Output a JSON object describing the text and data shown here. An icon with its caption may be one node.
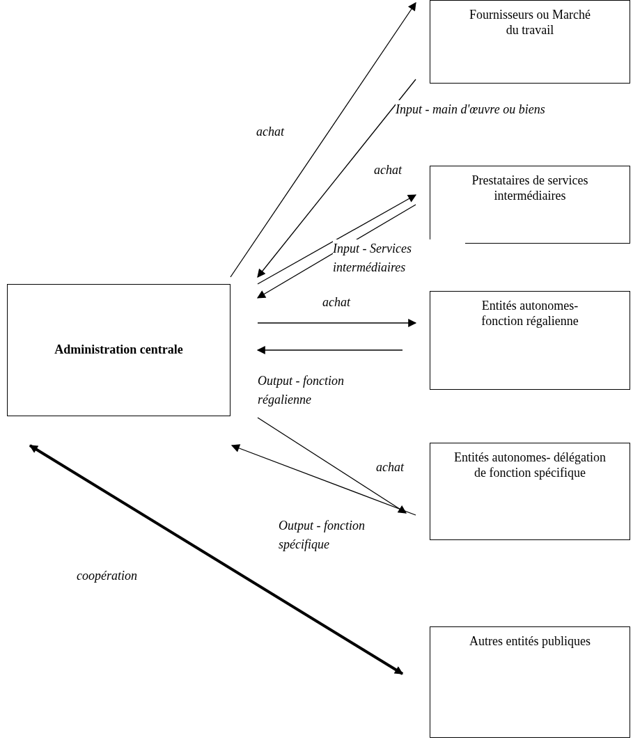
{
  "diagram": {
    "nodes": [
      {
        "text": [
          "Administration centrale"
        ]
      },
      {
        "text": [
          "Fournisseurs ou Marché du travail"
        ]
      },
      {
        "text": [
          "Prestataires de services intermédiaires"
        ]
      },
      {
        "text": [
          "Entités autonomes- fonction régalienne"
        ]
      },
      {
        "text": [
          "Entités autonomes- délégation de fonction spécifique"
        ]
      },
      {
        "text": [
          "Autres entités publiques"
        ]
      }
    ],
    "edges": [
      {
        "from": 0,
        "to": 1,
        "arrow": "to",
        "label": "achat"
      },
      {
        "from": 1,
        "to": 0,
        "arrow": "to",
        "label": "Input - main d'œuvre ou biens"
      },
      {
        "from": 0,
        "to": 2,
        "arrow": "to",
        "label": "achat"
      },
      {
        "from": 2,
        "to": 0,
        "arrow": "to",
        "label": "Input - Services intermédiaires"
      },
      {
        "from": 0,
        "to": 3,
        "arrow": "to",
        "label": "achat"
      },
      {
        "from": 3,
        "to": 0,
        "arrow": "to",
        "label": "Output - fonction régalienne"
      },
      {
        "from": 0,
        "to": 4,
        "arrow": "to",
        "label": "achat"
      },
      {
        "from": 4,
        "to": 0,
        "arrow": "to",
        "label": "Output - fonction spécifique"
      },
      {
        "from": 0,
        "to": 5,
        "arrow": "both",
        "label": "coopération",
        "style": "thick"
      }
    ]
  }
}
